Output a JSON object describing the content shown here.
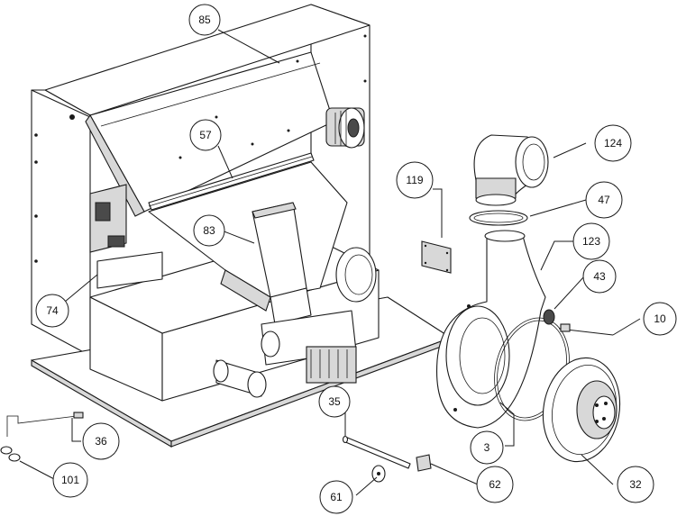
{
  "callouts": [
    {
      "id": "85",
      "label": "85"
    },
    {
      "id": "57",
      "label": "57"
    },
    {
      "id": "124",
      "label": "124"
    },
    {
      "id": "119",
      "label": "119"
    },
    {
      "id": "47",
      "label": "47"
    },
    {
      "id": "83",
      "label": "83"
    },
    {
      "id": "123",
      "label": "123"
    },
    {
      "id": "43",
      "label": "43"
    },
    {
      "id": "10",
      "label": "10"
    },
    {
      "id": "74",
      "label": "74"
    },
    {
      "id": "35",
      "label": "35"
    },
    {
      "id": "36",
      "label": "36"
    },
    {
      "id": "3",
      "label": "3"
    },
    {
      "id": "32",
      "label": "32"
    },
    {
      "id": "101",
      "label": "101"
    },
    {
      "id": "62",
      "label": "62"
    },
    {
      "id": "61",
      "label": "61"
    }
  ]
}
